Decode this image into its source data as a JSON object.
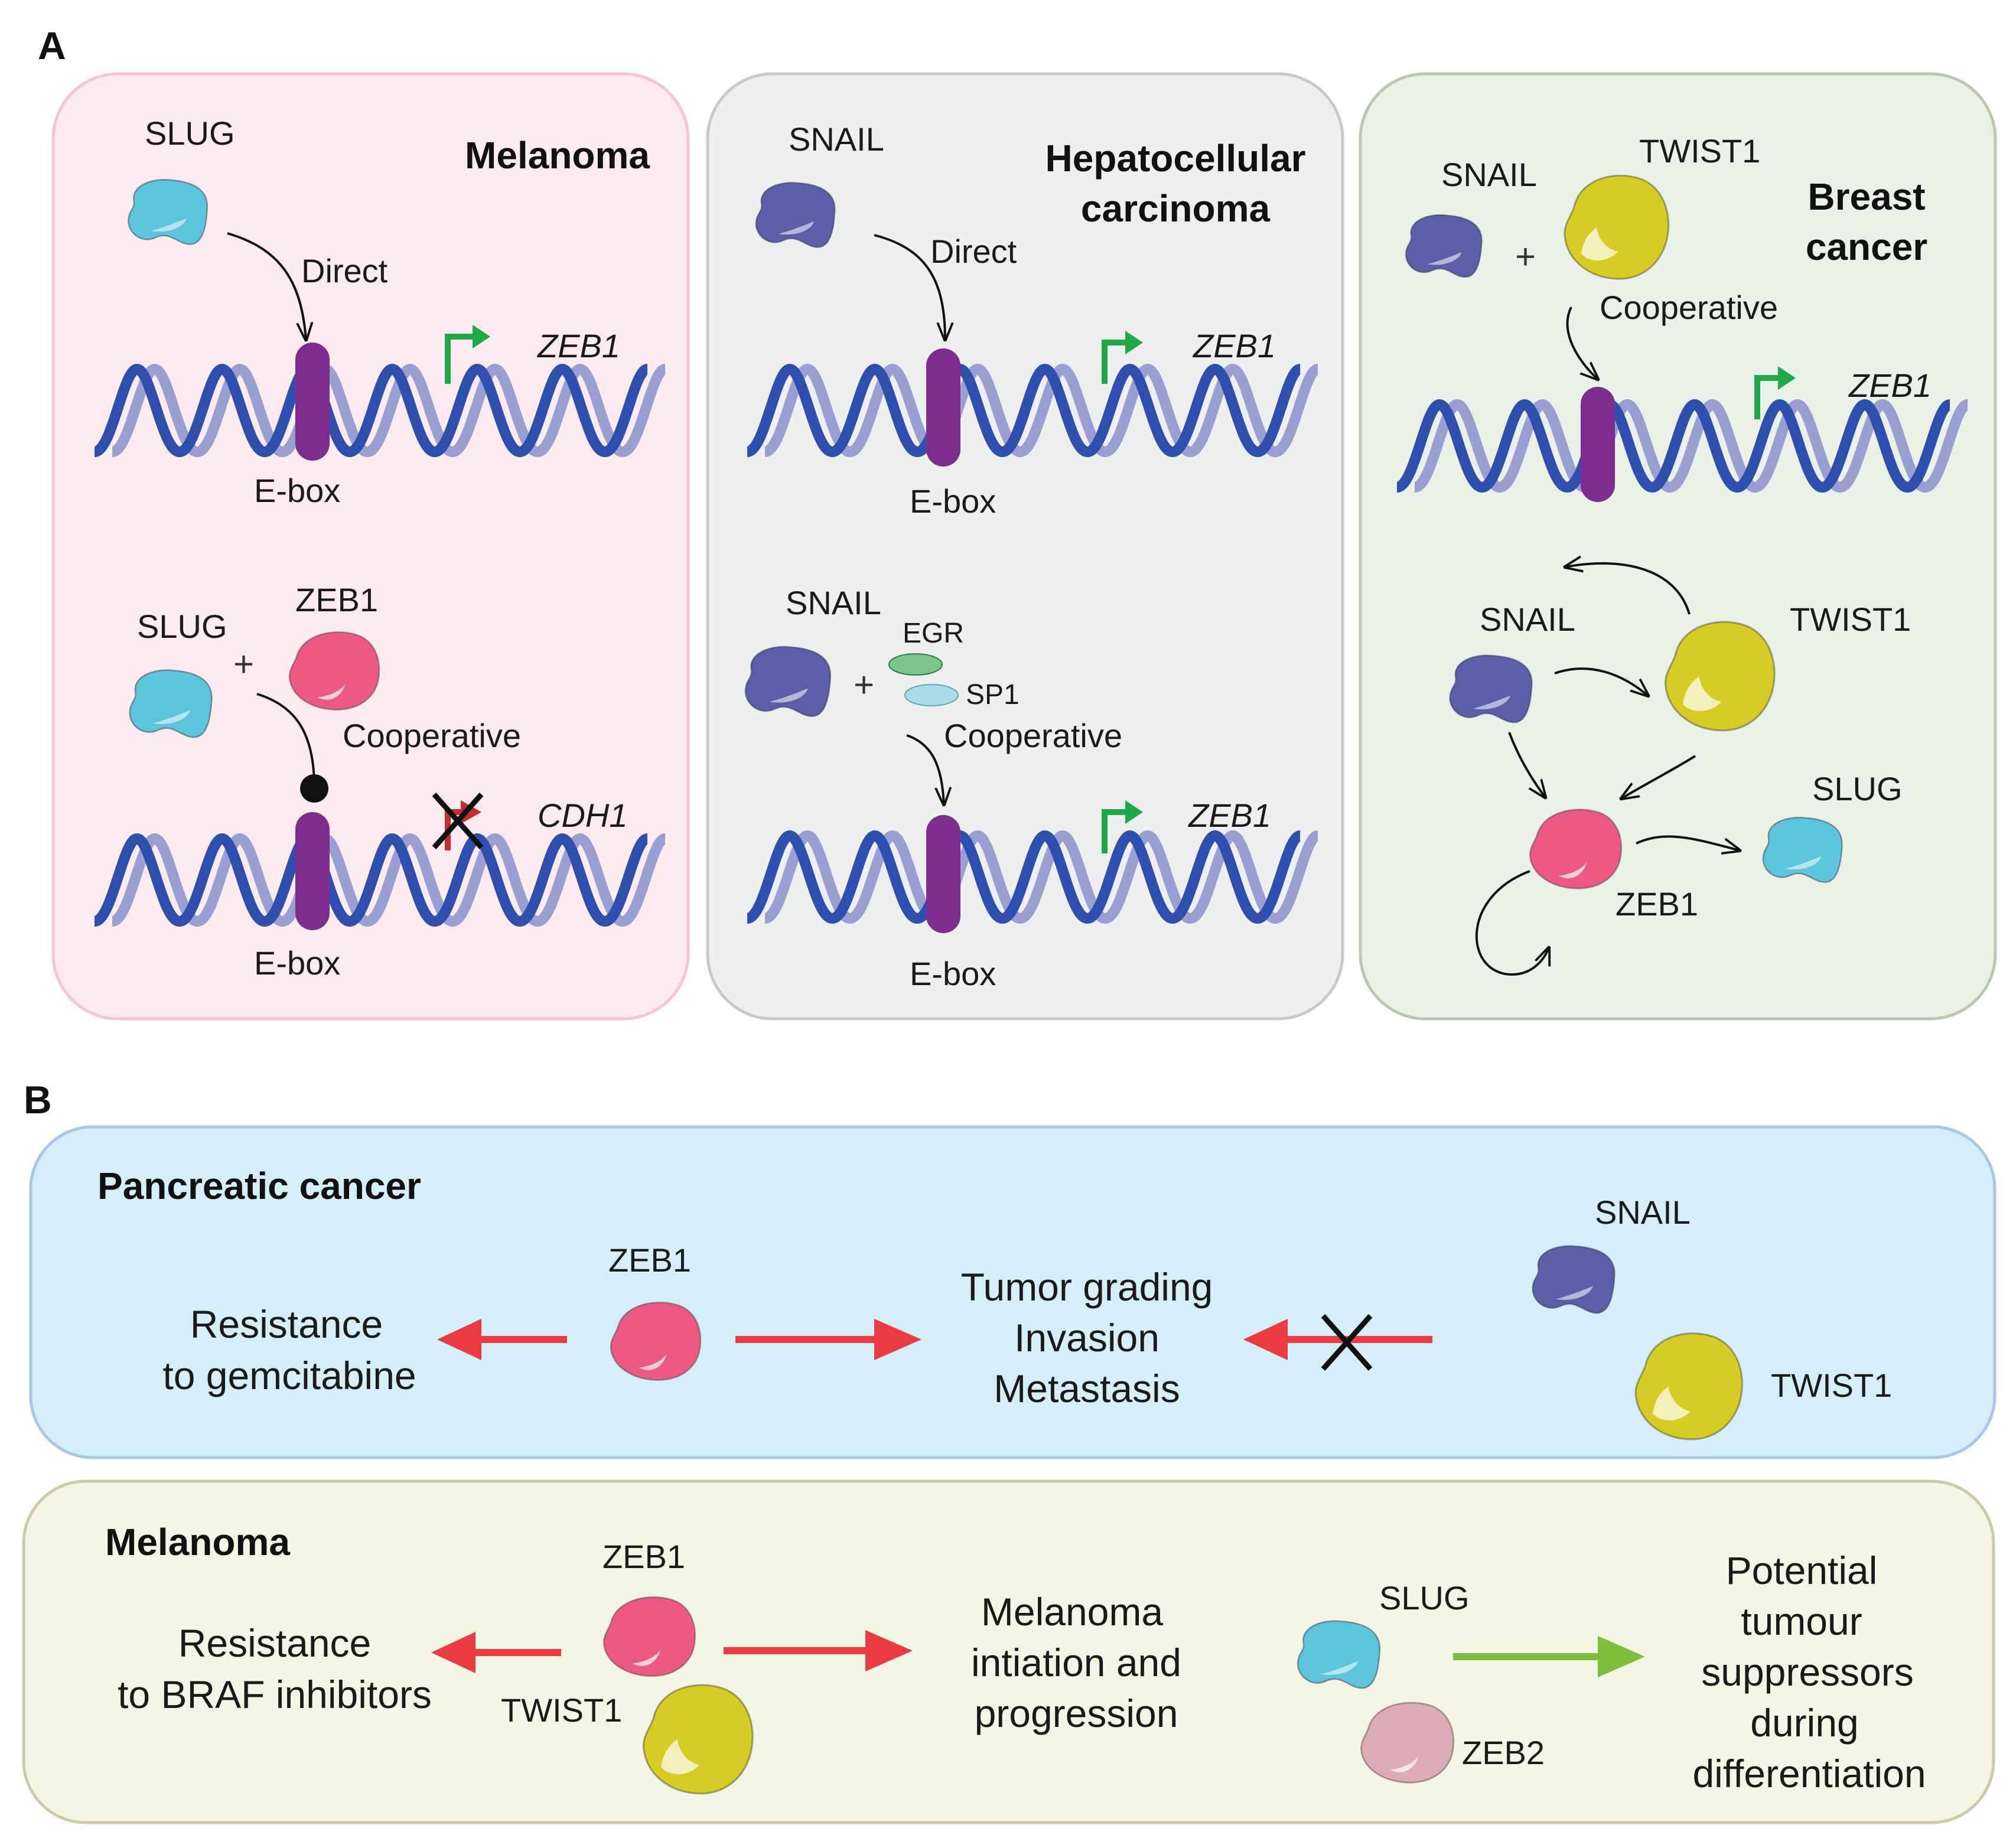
{
  "panel_a": {
    "letter": "A",
    "melanoma": {
      "title": "Melanoma",
      "top": {
        "factor": "SLUG",
        "mode": "Direct",
        "site": "E-box",
        "gene": "ZEB1"
      },
      "bottom": {
        "factor1": "SLUG",
        "factor2": "ZEB1",
        "mode": "Cooperative",
        "site": "E-box",
        "gene": "CDH1"
      }
    },
    "hcc": {
      "title_line1": "Hepatocellular",
      "title_line2": "carcinoma",
      "top": {
        "factor": "SNAIL",
        "mode": "Direct",
        "site": "E-box",
        "gene": "ZEB1"
      },
      "bottom": {
        "factor": "SNAIL",
        "cofactor1": "EGR",
        "cofactor2": "SP1",
        "mode": "Cooperative",
        "site": "E-box",
        "gene": "ZEB1"
      }
    },
    "breast": {
      "title_line1": "Breast",
      "title_line2": "cancer",
      "top": {
        "factor1": "SNAIL",
        "factor2": "TWIST1",
        "mode": "Cooperative",
        "gene": "ZEB1"
      },
      "network": {
        "snail": "SNAIL",
        "twist1": "TWIST1",
        "zeb1": "ZEB1",
        "slug": "SLUG"
      }
    }
  },
  "panel_b": {
    "letter": "B",
    "pancreatic": {
      "title": "Pancreatic cancer",
      "zeb1": "ZEB1",
      "resistance": [
        "Resistance",
        "to gemcitabine"
      ],
      "outcome": [
        "Tumor grading",
        "Invasion",
        "Metastasis"
      ],
      "snail": "SNAIL",
      "twist1": "TWIST1"
    },
    "melanoma": {
      "title": "Melanoma",
      "zeb1": "ZEB1",
      "twist1": "TWIST1",
      "resistance": [
        "Resistance",
        "to BRAF inhibitors"
      ],
      "outcome": [
        "Melanoma",
        "intiation and",
        "progression"
      ],
      "slug": "SLUG",
      "zeb2": "ZEB2",
      "suppressor": [
        "Potential",
        "tumour",
        "suppressors",
        "during",
        "differentiation"
      ]
    }
  },
  "colors": {
    "melanoma_bg": "#fdebf0",
    "hcc_bg": "#eeefef",
    "breast_bg": "#eaf1e6",
    "pancreatic_bg": "#d4eefa",
    "melanoma_b_bg": "#f5f5e3",
    "snail": "#5a5fa8",
    "slug": "#5cc5dc",
    "zeb1": "#ec5a84",
    "zeb2": "#ddaab8",
    "twist1": "#d6cc24",
    "ebox": "#7c2d8e",
    "dna_dark": "#2f4fae",
    "dna_light": "#9a9fd2",
    "tss_arrow": "#1fa84a",
    "red_arrow": "#e83c42",
    "green_arrow": "#7cbf3c"
  }
}
